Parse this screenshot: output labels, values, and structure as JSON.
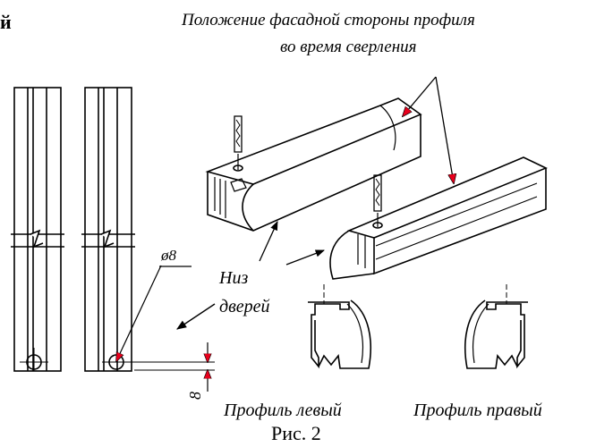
{
  "heading_fragment": "й",
  "caption_top": {
    "line1": "Положение фасадной стороны профиля",
    "line2": "во время сверления"
  },
  "dimension_label": "ø8",
  "offset_label": "8",
  "bottom_label": {
    "line1": "Низ",
    "line2": "дверей"
  },
  "profile_left_label": "Профиль левый",
  "profile_right_label": "Профиль правый",
  "figure_caption": "Рис. 2",
  "colors": {
    "ink": "#000000",
    "arrow_accent": "#e8001c",
    "background": "#ffffff"
  }
}
